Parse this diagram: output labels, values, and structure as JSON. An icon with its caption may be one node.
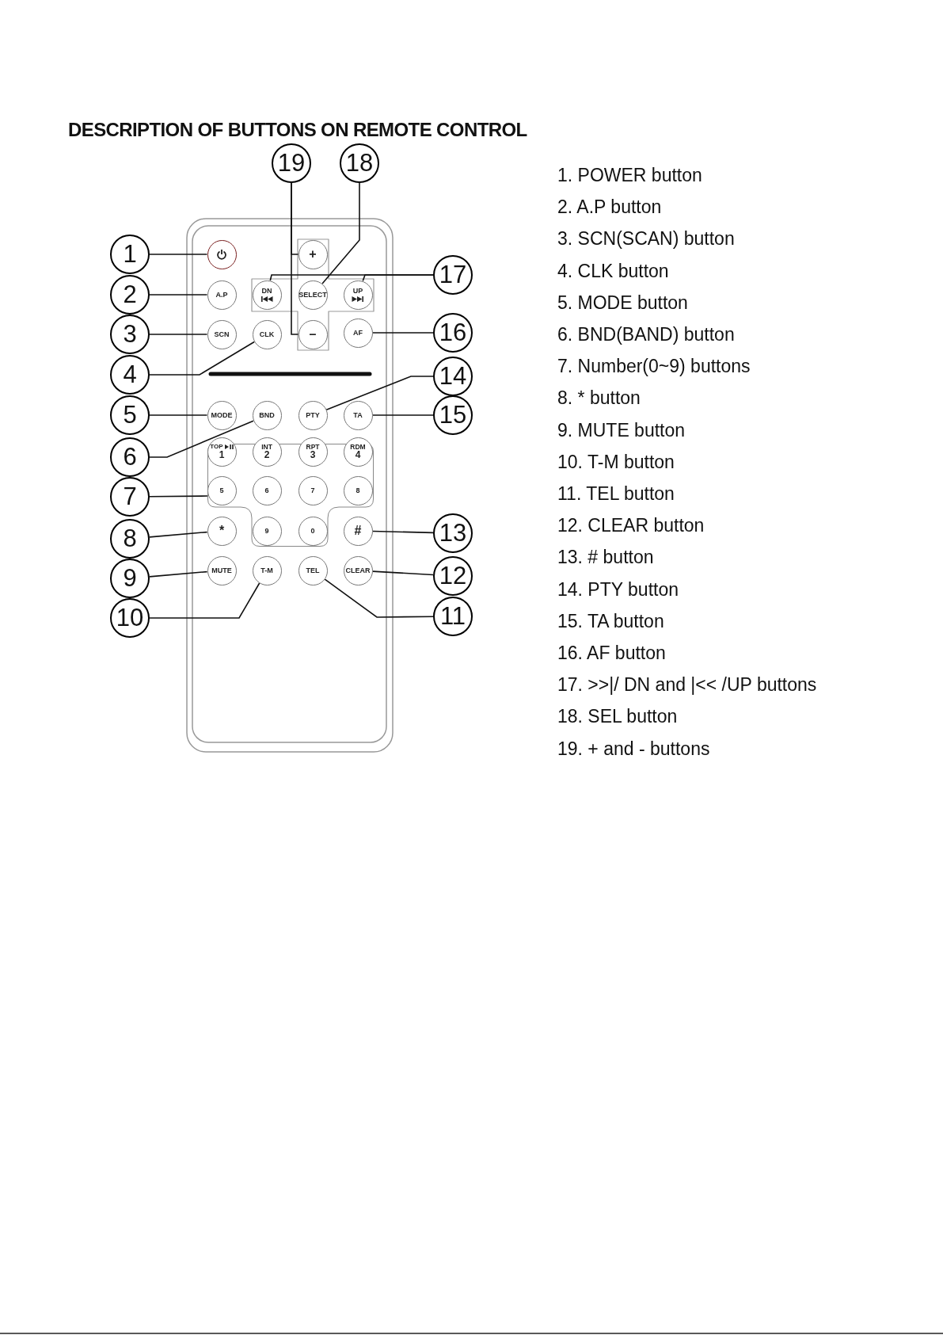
{
  "diagram": {
    "title": "DESCRIPTION OF BUTTONS ON REMOTE CONTROL",
    "nodes": [
      {
        "text": [
          "1"
        ]
      },
      {
        "text": [
          "2"
        ]
      },
      {
        "text": [
          "3"
        ]
      },
      {
        "text": [
          "4"
        ]
      },
      {
        "text": [
          "5"
        ]
      },
      {
        "text": [
          "6"
        ]
      },
      {
        "text": [
          "7"
        ]
      },
      {
        "text": [
          "8"
        ]
      },
      {
        "text": [
          "9"
        ]
      },
      {
        "text": [
          "10"
        ]
      },
      {
        "text": [
          "11"
        ]
      },
      {
        "text": [
          "12"
        ]
      },
      {
        "text": [
          "13"
        ]
      },
      {
        "text": [
          "14"
        ]
      },
      {
        "text": [
          "15"
        ]
      },
      {
        "text": [
          "16"
        ]
      },
      {
        "text": [
          "17"
        ]
      },
      {
        "text": [
          "18"
        ]
      },
      {
        "text": [
          "19"
        ]
      },
      {
        "text": [],
        "shape": "circle"
      },
      {
        "text": [
          "A.P"
        ]
      },
      {
        "text": [
          "SCN"
        ]
      },
      {
        "text": [
          "CLK"
        ]
      },
      {
        "text": [
          "DN"
        ]
      },
      {
        "text": [
          "SELECT"
        ]
      },
      {
        "text": [
          "UP"
        ]
      },
      {
        "text": [
          "+"
        ]
      },
      {
        "text": [
          "–"
        ]
      },
      {
        "text": [
          "AF"
        ]
      },
      {
        "text": [
          "MODE"
        ]
      },
      {
        "text": [
          "BND"
        ]
      },
      {
        "text": [
          "PTY"
        ]
      },
      {
        "text": [
          "TA"
        ]
      },
      {
        "text": [],
        "shape": "box"
      },
      {
        "text": [
          "TOP",
          "1"
        ],
        "in": 33
      },
      {
        "text": [
          "INT",
          "2"
        ],
        "in": 33
      },
      {
        "text": [
          "RPT",
          "3"
        ],
        "in": 33
      },
      {
        "text": [
          "RDM",
          "4"
        ],
        "in": 33
      },
      {
        "text": [
          "5"
        ],
        "in": 33
      },
      {
        "text": [
          "6"
        ],
        "in": 33
      },
      {
        "text": [
          "7"
        ],
        "in": 33
      },
      {
        "text": [
          "8"
        ],
        "in": 33
      },
      {
        "text": [
          "*"
        ]
      },
      {
        "text": [
          "9"
        ],
        "in": 33
      },
      {
        "text": [
          "0"
        ],
        "in": 33
      },
      {
        "text": [
          "#"
        ]
      },
      {
        "text": [
          "MUTE"
        ]
      },
      {
        "text": [
          "T-M"
        ]
      },
      {
        "text": [
          "TEL"
        ]
      },
      {
        "text": [
          "CLEAR"
        ]
      }
    ],
    "edges": [
      {
        "from": 0,
        "to": 19,
        "arrow": "none"
      },
      {
        "from": 1,
        "to": 20,
        "arrow": "none"
      },
      {
        "from": 2,
        "to": 21,
        "arrow": "none"
      },
      {
        "from": 3,
        "to": 22,
        "arrow": "none"
      },
      {
        "from": 4,
        "to": 29,
        "arrow": "none"
      },
      {
        "from": 5,
        "to": 30,
        "arrow": "none"
      },
      {
        "from": 6,
        "to": 33,
        "arrow": "none"
      },
      {
        "from": 7,
        "to": 42,
        "arrow": "none"
      },
      {
        "from": 8,
        "to": 46,
        "arrow": "none"
      },
      {
        "from": 9,
        "to": 47,
        "arrow": "none"
      },
      {
        "from": 10,
        "to": 48,
        "arrow": "none"
      },
      {
        "from": 11,
        "to": 49,
        "arrow": "none"
      },
      {
        "from": 12,
        "to": 45,
        "arrow": "none"
      },
      {
        "from": 13,
        "to": 31,
        "arrow": "none"
      },
      {
        "from": 14,
        "to": 32,
        "arrow": "none"
      },
      {
        "from": 15,
        "to": 28,
        "arrow": "none"
      },
      {
        "from": 16,
        "to": 23,
        "arrow": "none"
      },
      {
        "from": 16,
        "to": 25,
        "arrow": "none"
      },
      {
        "from": 17,
        "to": 24,
        "arrow": "none"
      },
      {
        "from": 18,
        "to": 26,
        "arrow": "none"
      },
      {
        "from": 18,
        "to": 27,
        "arrow": "none"
      }
    ],
    "labels": [
      "1. POWER button",
      "2. A.P button",
      "3. SCN(SCAN) button",
      "4. CLK button",
      "5. MODE button",
      "6. BND(BAND) button",
      "7. Number(0~9) buttons",
      "8. * button",
      "9. MUTE button",
      "10. T-M button",
      "11. TEL button",
      "12. CLEAR button",
      "13. # button",
      "14. PTY button",
      "15. TA button",
      "16. AF button",
      "17. >>|/ DN and |<< /UP buttons",
      "18. SEL button",
      "19. + and - buttons"
    ]
  }
}
